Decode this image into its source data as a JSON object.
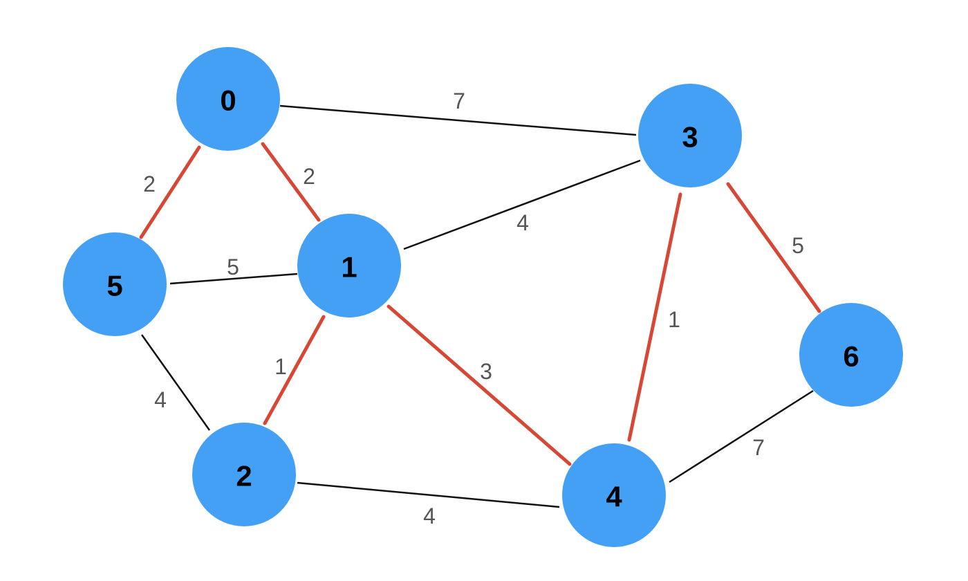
{
  "graph": {
    "node_color": "#44a0f5",
    "plain_edge_color": "#111111",
    "highlight_edge_color": "#d43d2a",
    "weight_text_color": "#555555",
    "nodes": [
      {
        "id": "0",
        "label": "0"
      },
      {
        "id": "1",
        "label": "1"
      },
      {
        "id": "2",
        "label": "2"
      },
      {
        "id": "3",
        "label": "3"
      },
      {
        "id": "4",
        "label": "4"
      },
      {
        "id": "5",
        "label": "5"
      },
      {
        "id": "6",
        "label": "6"
      }
    ],
    "edges": [
      {
        "from": "0",
        "to": "3",
        "weight": "7",
        "highlighted": false
      },
      {
        "from": "0",
        "to": "5",
        "weight": "2",
        "highlighted": true
      },
      {
        "from": "0",
        "to": "1",
        "weight": "2",
        "highlighted": true
      },
      {
        "from": "1",
        "to": "3",
        "weight": "4",
        "highlighted": false
      },
      {
        "from": "5",
        "to": "1",
        "weight": "5",
        "highlighted": false
      },
      {
        "from": "5",
        "to": "2",
        "weight": "4",
        "highlighted": false
      },
      {
        "from": "1",
        "to": "2",
        "weight": "1",
        "highlighted": true
      },
      {
        "from": "1",
        "to": "4",
        "weight": "3",
        "highlighted": true
      },
      {
        "from": "3",
        "to": "4",
        "weight": "1",
        "highlighted": true
      },
      {
        "from": "3",
        "to": "6",
        "weight": "5",
        "highlighted": true
      },
      {
        "from": "2",
        "to": "4",
        "weight": "4",
        "highlighted": false
      },
      {
        "from": "4",
        "to": "6",
        "weight": "7",
        "highlighted": false
      }
    ]
  }
}
